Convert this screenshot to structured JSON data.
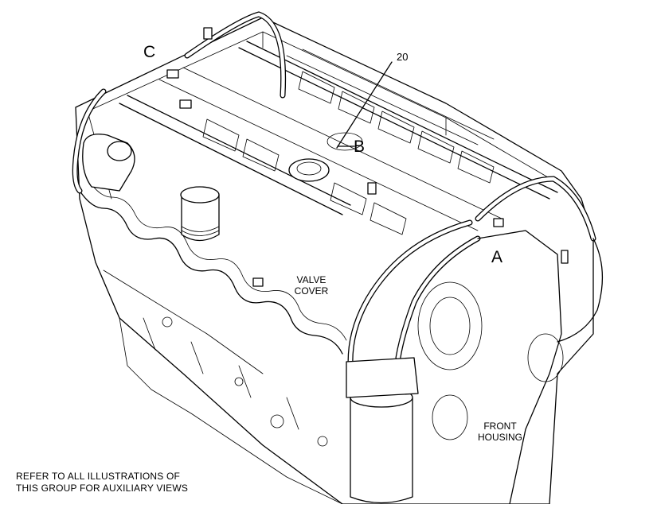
{
  "labels": {
    "callout_20": "20",
    "view_a": "A",
    "view_b": "B",
    "view_c": "C",
    "valve_cover": "VALVE\nCOVER",
    "front_housing": "FRONT\nHOUSING",
    "note": "REFER TO ALL ILLUSTRATIONS OF\nTHIS GROUP FOR AUXILIARY VIEWS"
  },
  "colors": {
    "ink": "#000000",
    "paper": "#ffffff"
  }
}
